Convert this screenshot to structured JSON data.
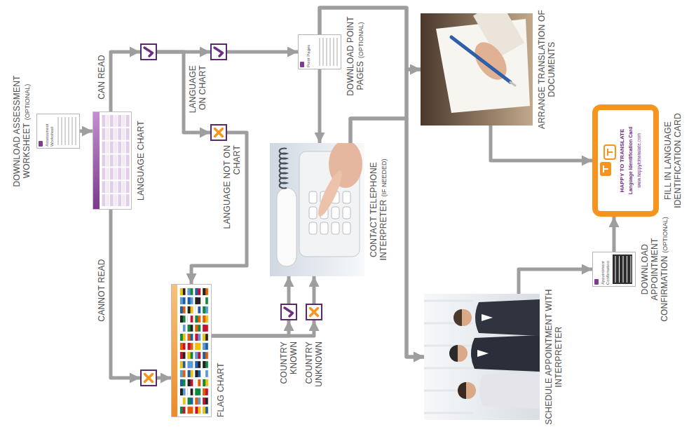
{
  "diagram": {
    "nodes": [
      {
        "text": [
          "DOWNLOAD ASSESSMENT WORKSHEET",
          "(OPTIONAL)"
        ]
      },
      {
        "text": [
          "LANGUAGE CHART"
        ]
      },
      {
        "text": [
          "CAN READ"
        ]
      },
      {
        "text": [
          "CANNOT READ"
        ]
      },
      {
        "text": [
          "LANGUAGE ON CHART"
        ]
      },
      {
        "text": [
          "LANGUAGE NOT ON CHART"
        ]
      },
      {
        "text": [
          "FLAG CHART"
        ]
      },
      {
        "text": [
          "COUNTRY KNOWN"
        ]
      },
      {
        "text": [
          "COUNTRY UNKNOWN"
        ]
      },
      {
        "text": [
          "CONTACT TELEPHONE INTERPRETER",
          "(IF NEEDED)"
        ]
      },
      {
        "text": [
          "DOWNLOAD POINT PAGES",
          "(OPTIONAL)"
        ]
      },
      {
        "text": [
          "ARRANGE TRANSLATION OF DOCUMENTS"
        ]
      },
      {
        "text": [
          "SCHEDULE APPOINTMENT WITH INTERPRETER"
        ]
      },
      {
        "text": [
          "DOWNLOAD APPOINTMENT CONFIRMATION",
          "(OPTIONAL)"
        ]
      },
      {
        "text": [
          "FILL IN LANGUAGE IDENTIFICATION CARD"
        ]
      }
    ],
    "edges": [
      {
        "from": 0,
        "to": 1,
        "arrow": "to"
      },
      {
        "from": 1,
        "to": 2,
        "arrow": "to"
      },
      {
        "from": 1,
        "to": 3,
        "arrow": "to"
      },
      {
        "from": 2,
        "to": 4,
        "arrow": "to"
      },
      {
        "from": 2,
        "to": 5,
        "arrow": "to"
      },
      {
        "from": 3,
        "to": 6,
        "arrow": "to"
      },
      {
        "from": 5,
        "to": 6,
        "arrow": "to"
      },
      {
        "from": 6,
        "to": 7,
        "arrow": "to"
      },
      {
        "from": 6,
        "to": 8,
        "arrow": "to"
      },
      {
        "from": 7,
        "to": 9,
        "arrow": "to"
      },
      {
        "from": 8,
        "to": 9,
        "arrow": "to"
      },
      {
        "from": 4,
        "to": 10,
        "arrow": "to"
      },
      {
        "from": 10,
        "to": 9,
        "arrow": "to"
      },
      {
        "from": 10,
        "to": 11,
        "arrow": "to"
      },
      {
        "from": 10,
        "to": 12,
        "arrow": "to"
      },
      {
        "from": 9,
        "to": 11,
        "arrow": "to"
      },
      {
        "from": 9,
        "to": 12,
        "arrow": "to"
      },
      {
        "from": 12,
        "to": 13,
        "arrow": "to"
      },
      {
        "from": 13,
        "to": 14,
        "arrow": "to"
      },
      {
        "from": 11,
        "to": 14,
        "arrow": "to"
      }
    ],
    "labels": [
      "Assessment Worksheet",
      "Point Pages",
      "Appointment Confirmation",
      "HAPPY TO TRANSLATE",
      "Language Identification Card",
      "www.happytotranslate.com"
    ]
  }
}
